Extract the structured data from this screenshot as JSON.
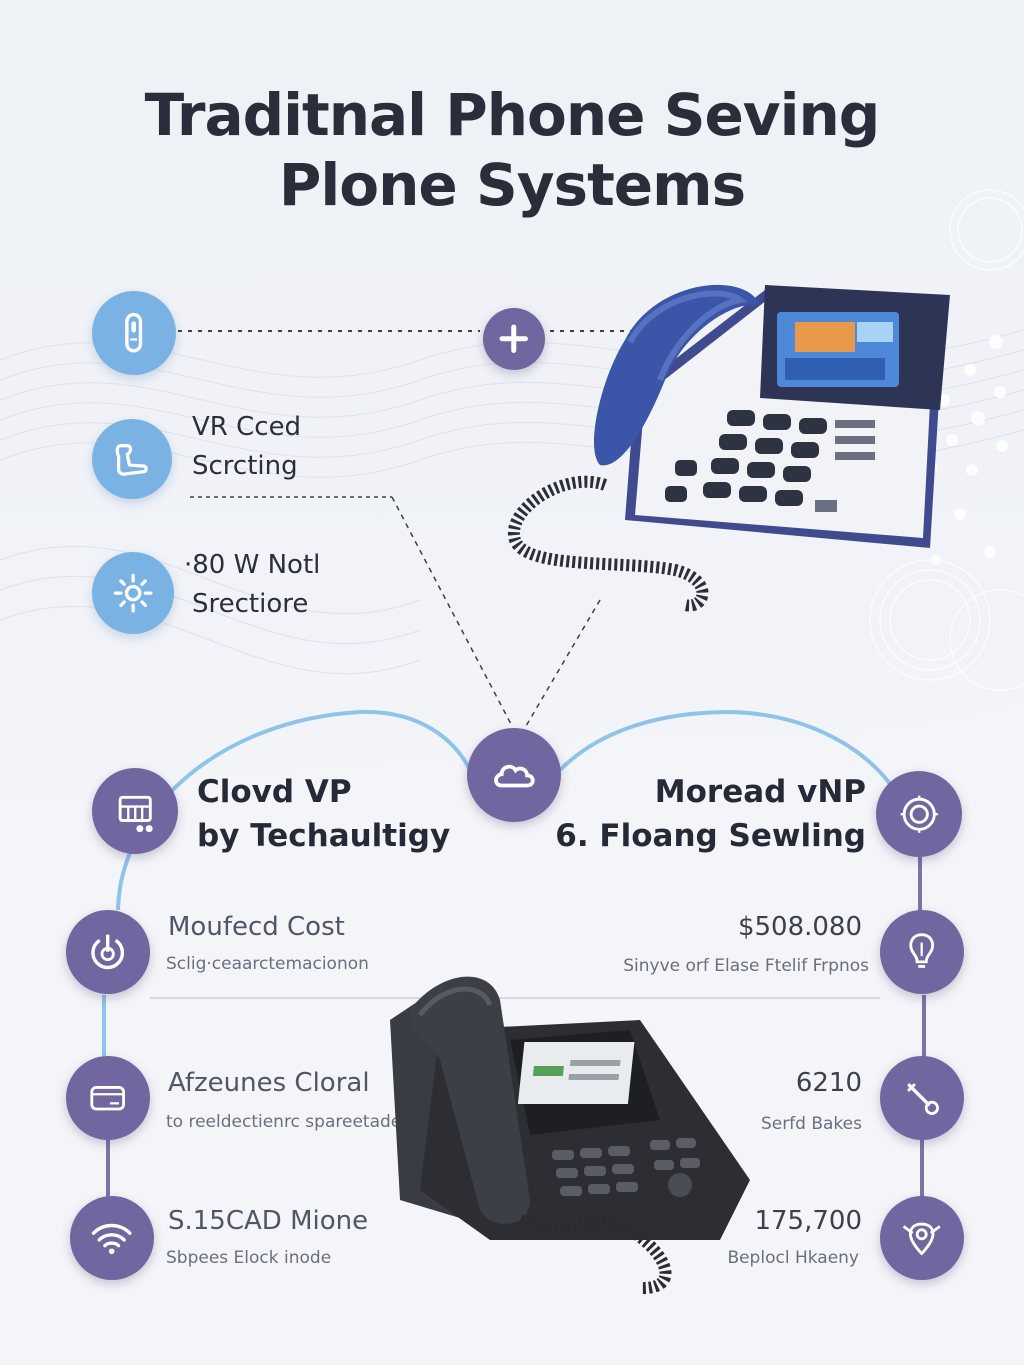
{
  "title": {
    "line1": "Traditnal Phone Seving",
    "line2": "Plone Systems"
  },
  "features": [
    {
      "icon": "microphone-icon",
      "line1": "",
      "line2": ""
    },
    {
      "icon": "handset-icon",
      "line1": "VR Cced",
      "line2": "Scrcting"
    },
    {
      "icon": "gear-icon",
      "line1": "·80 W Notl",
      "line2": "Srectiore"
    }
  ],
  "center_icons": {
    "top": "plus-icon",
    "middle": "cloud-icon"
  },
  "left_section": {
    "icon": "device-icon",
    "line1": "Clovd VP",
    "line2": "by Techaultigy",
    "rows": [
      {
        "icon": "power-icon",
        "title": "Moufecd Cost",
        "sub": "Sclig·ceaarctemacionon"
      },
      {
        "icon": "card-icon",
        "title": "Afzeunes Cloral",
        "sub": "to reeldectienrc spareetadelcts"
      },
      {
        "icon": "wifi-icon",
        "title": "S.15CAD Mione",
        "sub": "Sbpees Elock inode"
      }
    ]
  },
  "right_section": {
    "icon": "target-icon",
    "line1": "Moread vNP",
    "line2": "6. Floang Sewling",
    "rows": [
      {
        "icon": "bulb-icon",
        "title": "$508.080",
        "sub": "Sinyve orf Elase Ftelif Frpnos"
      },
      {
        "icon": "tool-icon",
        "title": "6210",
        "sub": "Serfd Bakes"
      },
      {
        "icon": "location-icon",
        "title": "175,700",
        "sub": "Beplocl Hkaeny"
      }
    ]
  },
  "colors": {
    "blue_circle": "#7ab3e3",
    "purple_circle": "#71669f",
    "connector_blue": "#8ec3ea",
    "connector_purple": "#7d73a9"
  }
}
